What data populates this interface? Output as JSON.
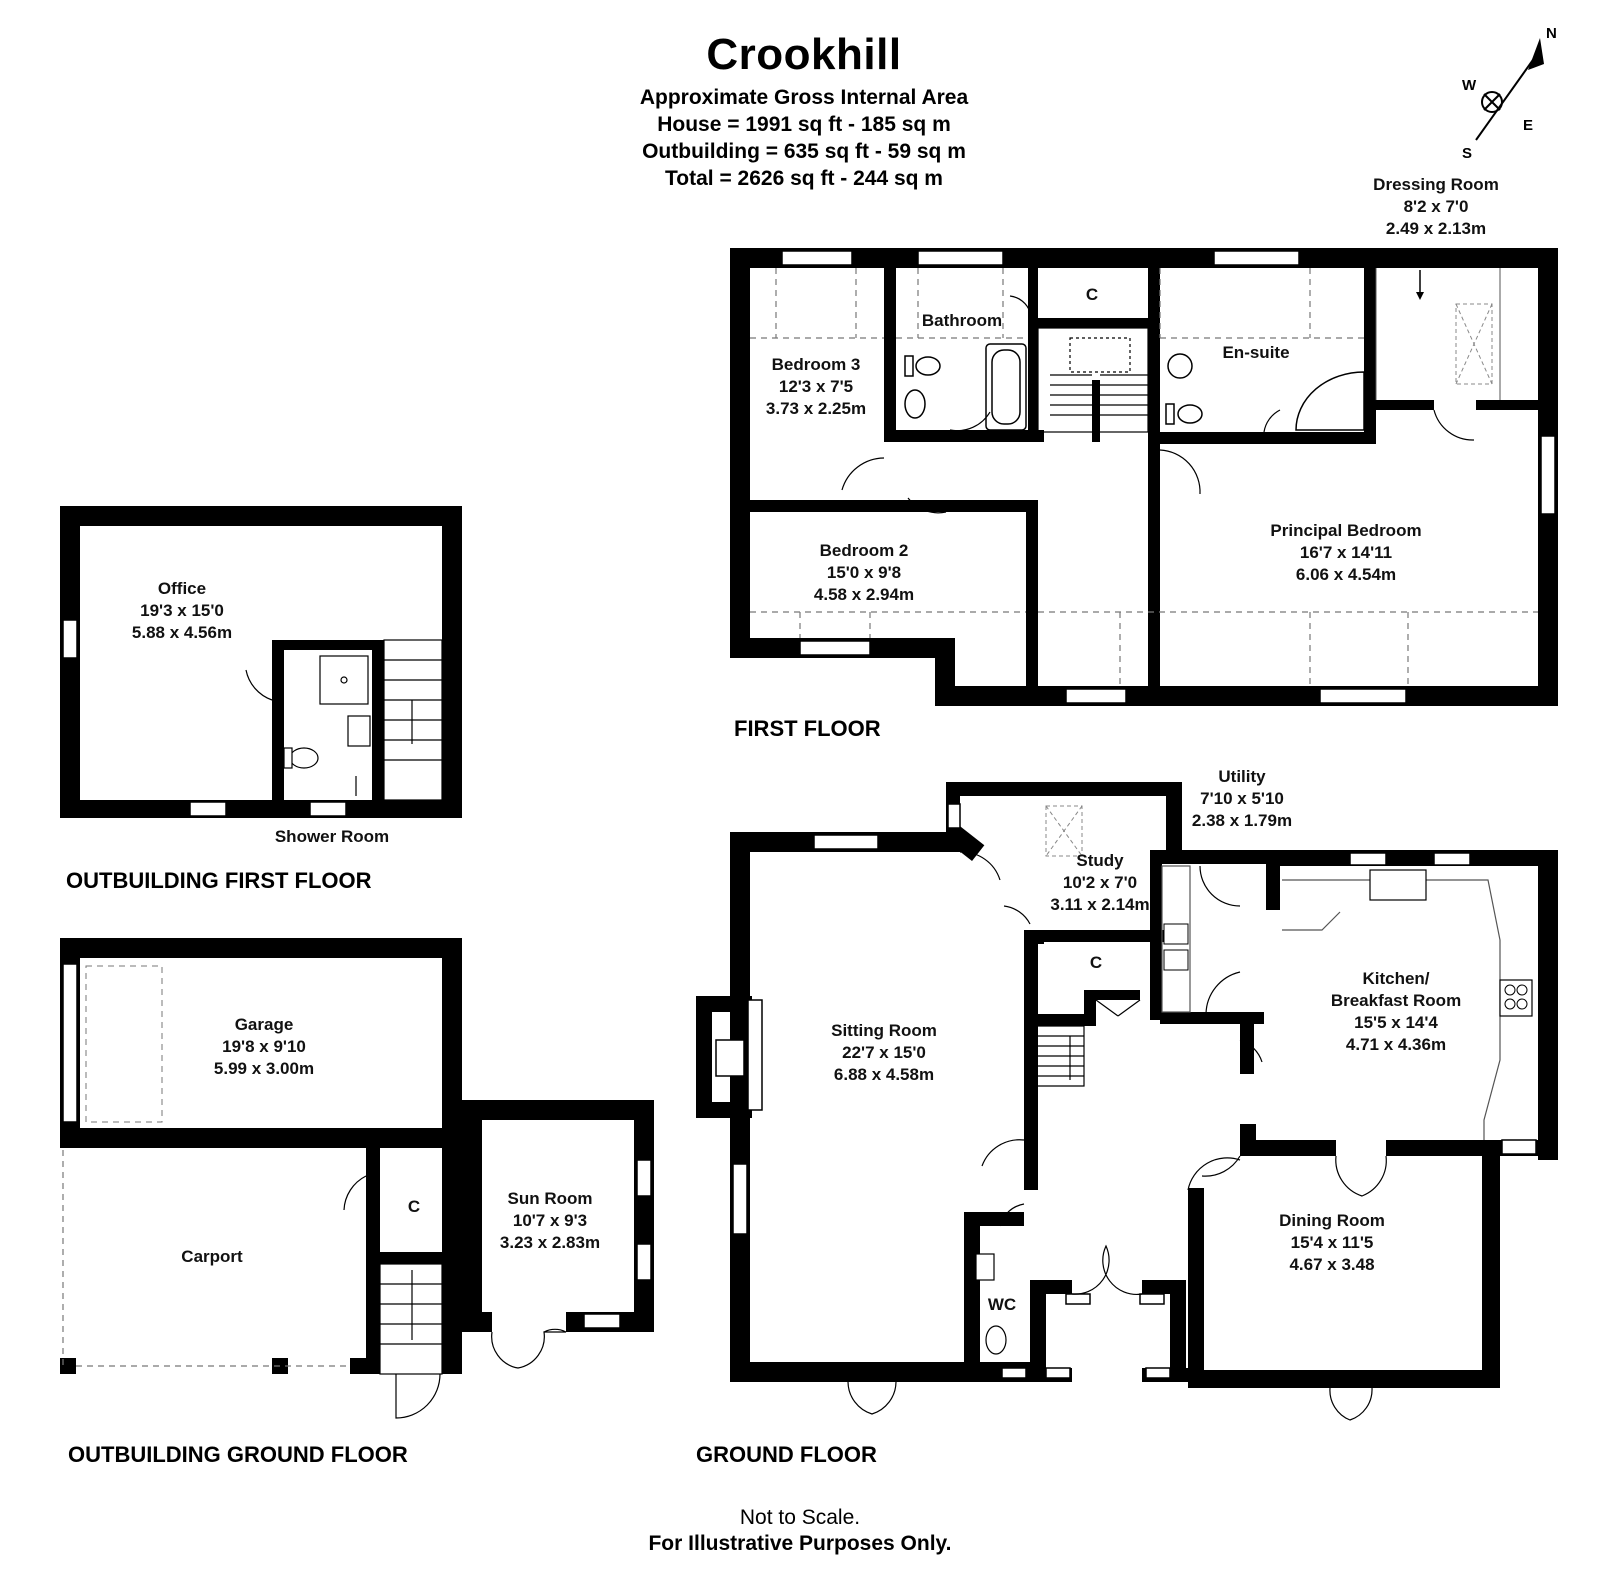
{
  "header": {
    "title": "Crookhill",
    "area_heading": "Approximate Gross Internal Area",
    "house": "House = 1991 sq ft - 185 sq m",
    "outbuilding": "Outbuilding = 635 sq ft - 59 sq m",
    "total": "Total = 2626 sq ft - 244 sq m"
  },
  "compass": {
    "n": "N",
    "s": "S",
    "e": "E",
    "w": "W"
  },
  "floors": {
    "first": "FIRST FLOOR",
    "ground": "GROUND FLOOR",
    "outbuilding_first": "OUTBUILDING FIRST FLOOR",
    "outbuilding_ground": "OUTBUILDING GROUND FLOOR"
  },
  "rooms": {
    "dressing": {
      "name": "Dressing Room",
      "imperial": "8'2 x 7'0",
      "metric": "2.49 x 2.13m"
    },
    "bedroom3": {
      "name": "Bedroom 3",
      "imperial": "12'3 x 7'5",
      "metric": "3.73 x 2.25m"
    },
    "bathroom": {
      "name": "Bathroom"
    },
    "cupboard_first": {
      "name": "C"
    },
    "ensuite": {
      "name": "En-suite"
    },
    "bedroom2": {
      "name": "Bedroom 2",
      "imperial": "15'0 x 9'8",
      "metric": "4.58 x 2.94m"
    },
    "principal": {
      "name": "Principal Bedroom",
      "imperial": "16'7 x 14'11",
      "metric": "6.06 x 4.54m"
    },
    "office": {
      "name": "Office",
      "imperial": "19'3 x 15'0",
      "metric": "5.88 x 4.56m"
    },
    "shower": {
      "name": "Shower Room"
    },
    "utility": {
      "name": "Utility",
      "imperial": "7'10 x 5'10",
      "metric": "2.38 x 1.79m"
    },
    "study": {
      "name": "Study",
      "imperial": "10'2 x 7'0",
      "metric": "3.11 x 2.14m"
    },
    "cupboard_ground": {
      "name": "C"
    },
    "kitchen": {
      "name": "Kitchen/",
      "name2": "Breakfast Room",
      "imperial": "15'5 x 14'4",
      "metric": "4.71 x 4.36m"
    },
    "sitting": {
      "name": "Sitting Room",
      "imperial": "22'7 x 15'0",
      "metric": "6.88 x 4.58m"
    },
    "dining": {
      "name": "Dining Room",
      "imperial": "15'4 x 11'5",
      "metric": "4.67 x 3.48"
    },
    "wc": {
      "name": "WC"
    },
    "garage": {
      "name": "Garage",
      "imperial": "19'8 x 9'10",
      "metric": "5.99 x 3.00m"
    },
    "carport": {
      "name": "Carport"
    },
    "cupboard_out": {
      "name": "C"
    },
    "sunroom": {
      "name": "Sun Room",
      "imperial": "10'7 x 9'3",
      "metric": "3.23 x 2.83m"
    }
  },
  "footer": {
    "line1": "Not to Scale.",
    "line2": "For Illustrative Purposes Only."
  }
}
